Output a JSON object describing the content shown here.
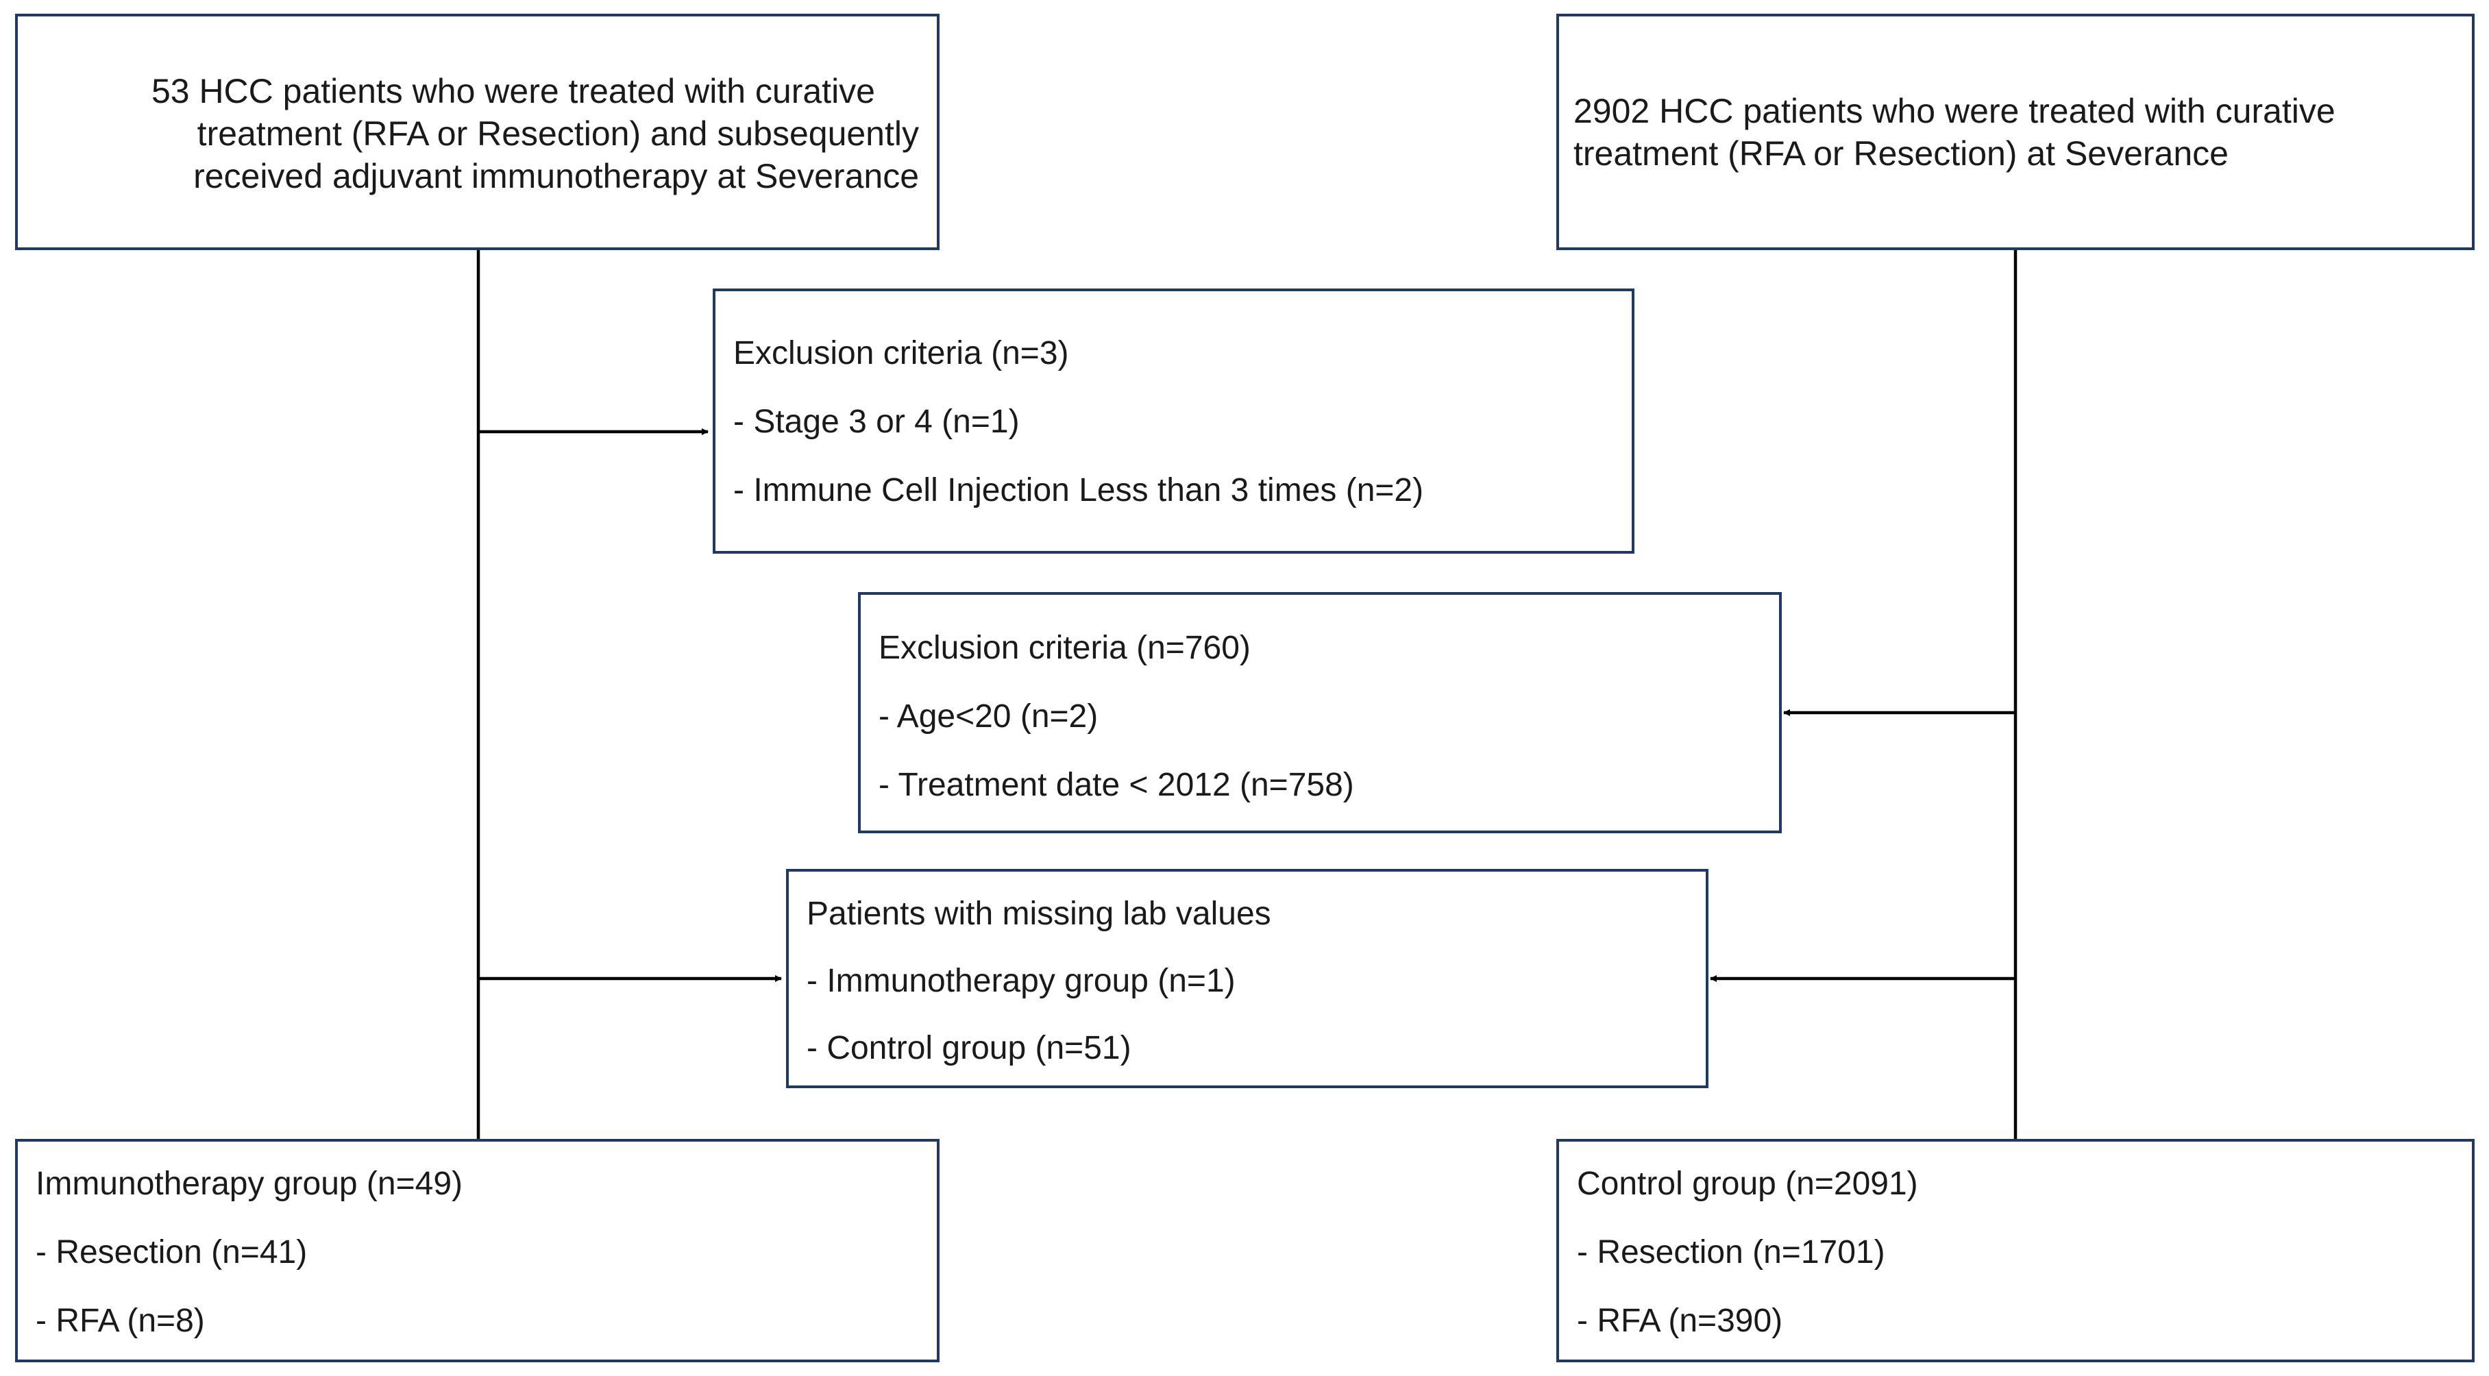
{
  "diagram": {
    "top_left_box": {
      "lines": [
        "53 HCC patients who were treated with curative",
        "treatment (RFA or Resection) and subsequently",
        "received adjuvant immunotherapy at Severance"
      ]
    },
    "top_right_box": {
      "lines": [
        "2902 HCC patients who were treated with curative",
        "treatment (RFA or Resection) at Severance"
      ]
    },
    "exclusion_box_1": {
      "title": "Exclusion criteria (n=3)",
      "items": [
        "- Stage 3 or 4 (n=1)",
        "- Immune Cell Injection Less than 3 times (n=2)"
      ]
    },
    "exclusion_box_2": {
      "title": "Exclusion criteria (n=760)",
      "items": [
        "- Age<20 (n=2)",
        "- Treatment date < 2012 (n=758)"
      ]
    },
    "missing_lab_box": {
      "title": "Patients with missing lab values",
      "items": [
        "- Immunotherapy group (n=1)",
        "- Control group (n=51)"
      ]
    },
    "immunotherapy_group_box": {
      "title": "Immunotherapy group (n=49)",
      "items": [
        "- Resection (n=41)",
        "- RFA (n=8)"
      ]
    },
    "control_group_box": {
      "title": "Control group (n=2091)",
      "items": [
        "- Resection (n=1701)",
        "- RFA (n=390)"
      ]
    },
    "colors": {
      "box_border": "#1f3864",
      "connector": "#000000",
      "text": "#1a1a1a"
    }
  }
}
